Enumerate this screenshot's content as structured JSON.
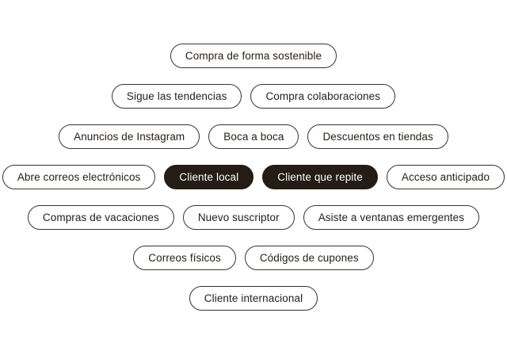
{
  "colors": {
    "page_bg": "#ffffff",
    "pill_bg": "#ffffff",
    "pill_border": "#39332d",
    "pill_text": "#241c15",
    "pill_selected_bg": "#241c15",
    "pill_selected_text": "#ffffff"
  },
  "rows": [
    {
      "items": [
        {
          "label": "Compra de forma sostenible",
          "selected": false
        }
      ]
    },
    {
      "items": [
        {
          "label": "Sigue las tendencias",
          "selected": false
        },
        {
          "label": "Compra colaboraciones",
          "selected": false
        }
      ]
    },
    {
      "items": [
        {
          "label": "Anuncios de Instagram",
          "selected": false
        },
        {
          "label": "Boca a boca",
          "selected": false
        },
        {
          "label": "Descuentos en tiendas",
          "selected": false
        }
      ]
    },
    {
      "items": [
        {
          "label": "Abre correos electrónicos",
          "selected": false
        },
        {
          "label": "Cliente local",
          "selected": true
        },
        {
          "label": "Cliente que repite",
          "selected": true
        },
        {
          "label": "Acceso anticipado",
          "selected": false
        }
      ]
    },
    {
      "items": [
        {
          "label": "Compras de vacaciones",
          "selected": false
        },
        {
          "label": "Nuevo suscriptor",
          "selected": false
        },
        {
          "label": "Asiste a ventanas emergentes",
          "selected": false
        }
      ]
    },
    {
      "items": [
        {
          "label": "Correos físicos",
          "selected": false
        },
        {
          "label": "Códigos de cupones",
          "selected": false
        }
      ]
    },
    {
      "items": [
        {
          "label": "Cliente internacional",
          "selected": false
        }
      ]
    }
  ]
}
